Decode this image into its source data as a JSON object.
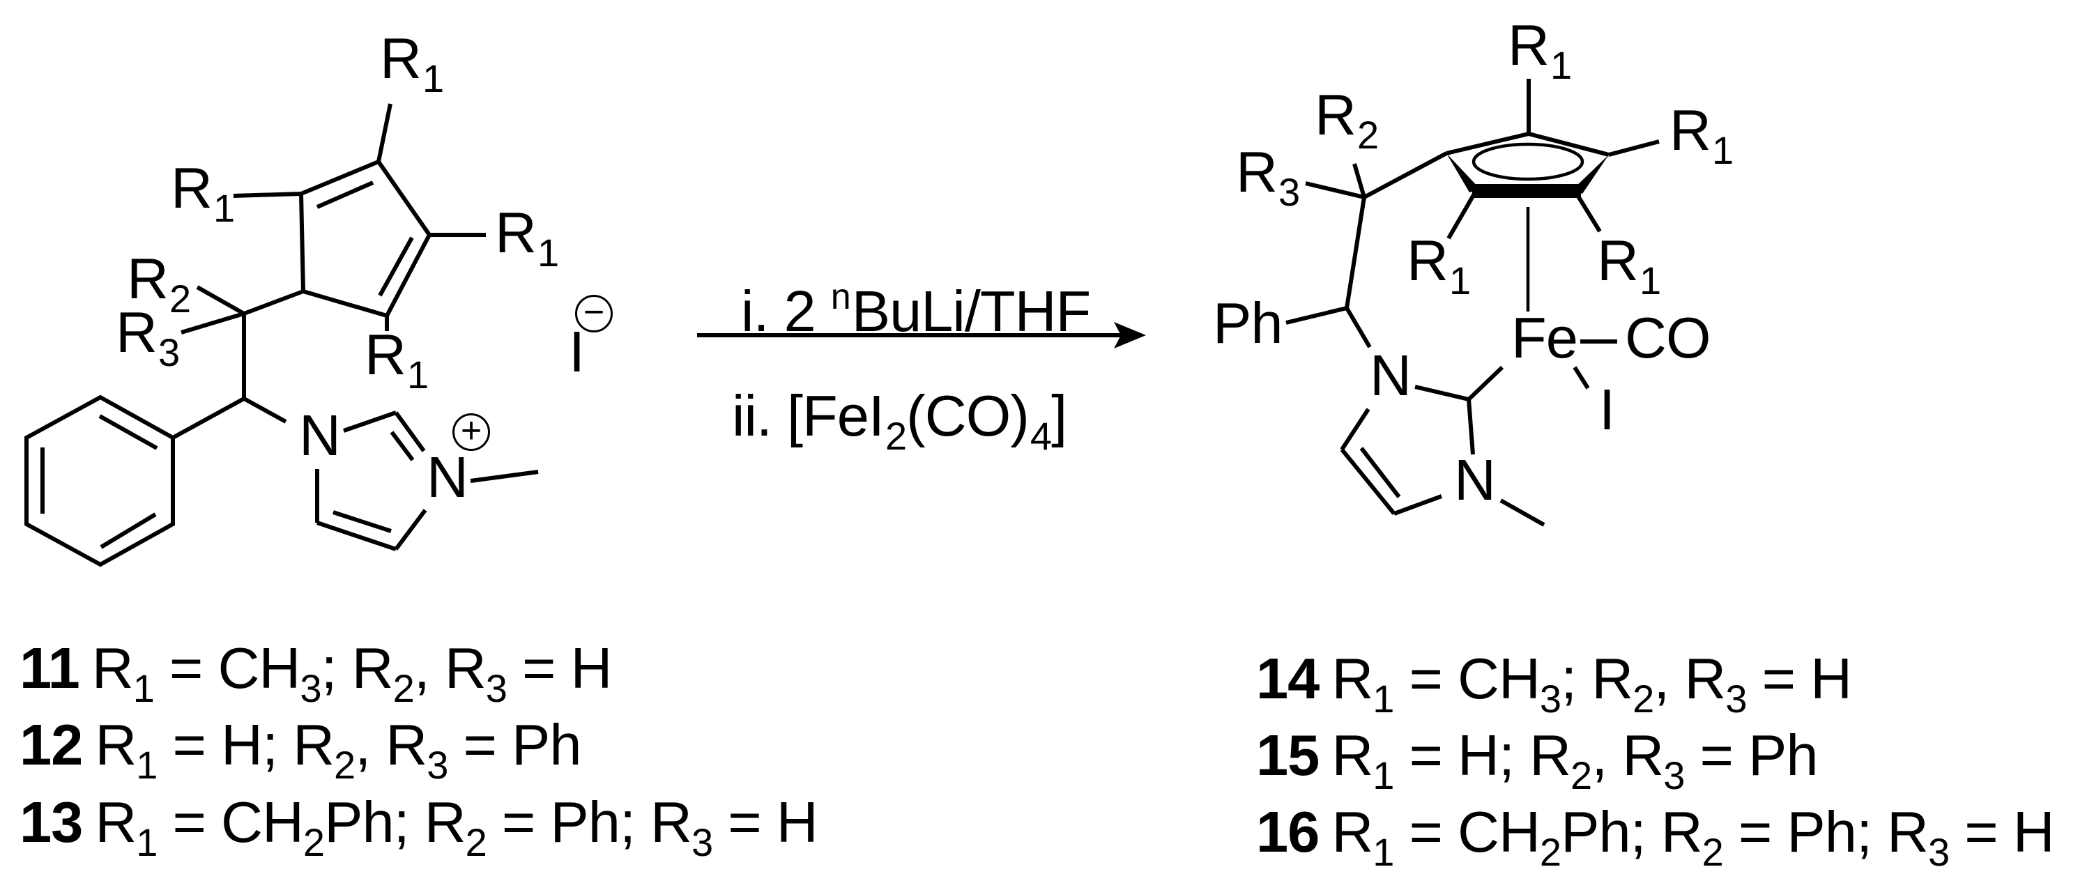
{
  "scheme": {
    "reactant": {
      "labels": {
        "r1_top": {
          "main": "R",
          "sub": "1"
        },
        "r1_left": {
          "main": "R",
          "sub": "1"
        },
        "r1_right": {
          "main": "R",
          "sub": "1"
        },
        "r1_bottom": {
          "main": "R",
          "sub": "1"
        },
        "r2": {
          "main": "R",
          "sub": "2"
        },
        "r3": {
          "main": "R",
          "sub": "3"
        },
        "n1": "N",
        "n3": "N",
        "n3_charge": "+",
        "counterion": "I",
        "counterion_charge": "−"
      }
    },
    "arrow": {
      "step1": {
        "prefix": "i. 2 ",
        "sup": "n",
        "rest": "BuLi/THF"
      },
      "step2": {
        "prefix": "ii. [FeI",
        "sub1": "2",
        "mid": "(CO)",
        "sub2": "4",
        "suffix": "]"
      }
    },
    "product": {
      "labels": {
        "r1_top": {
          "main": "R",
          "sub": "1"
        },
        "r1_right": {
          "main": "R",
          "sub": "1"
        },
        "r1_bottom_left": {
          "main": "R",
          "sub": "1"
        },
        "r1_bottom_right": {
          "main": "R",
          "sub": "1"
        },
        "r2": {
          "main": "R",
          "sub": "2"
        },
        "r3": {
          "main": "R",
          "sub": "3"
        },
        "ph": "Ph",
        "fe": "Fe",
        "co": "CO",
        "iodide": "I",
        "n1": "N",
        "n2": "N"
      }
    },
    "compounds_left": [
      {
        "num": "11",
        "parts": [
          [
            "R",
            "1"
          ],
          [
            " = CH",
            "3"
          ],
          [
            "; R",
            "2"
          ],
          [
            ", R",
            "3"
          ],
          [
            " = H",
            ""
          ]
        ]
      },
      {
        "num": "12",
        "parts": [
          [
            "R",
            "1"
          ],
          [
            " = H; R",
            "2"
          ],
          [
            ", R",
            "3"
          ],
          [
            " = Ph",
            ""
          ]
        ]
      },
      {
        "num": "13",
        "parts": [
          [
            "R",
            "1"
          ],
          [
            " = CH",
            "2"
          ],
          [
            "Ph; R",
            "2"
          ],
          [
            " = Ph; R",
            "3"
          ],
          [
            " = H",
            ""
          ]
        ]
      }
    ],
    "compounds_right": [
      {
        "num": "14",
        "parts": [
          [
            "R",
            "1"
          ],
          [
            " = CH",
            "3"
          ],
          [
            "; R",
            "2"
          ],
          [
            ", R",
            "3"
          ],
          [
            " = H",
            ""
          ]
        ]
      },
      {
        "num": "15",
        "parts": [
          [
            "R",
            "1"
          ],
          [
            " = H; R",
            "2"
          ],
          [
            ", R",
            "3"
          ],
          [
            " = Ph",
            ""
          ]
        ]
      },
      {
        "num": "16",
        "parts": [
          [
            "R",
            "1"
          ],
          [
            " = CH",
            "2"
          ],
          [
            "Ph; R",
            "2"
          ],
          [
            " = Ph; R",
            "3"
          ],
          [
            " = H",
            ""
          ]
        ]
      }
    ]
  }
}
